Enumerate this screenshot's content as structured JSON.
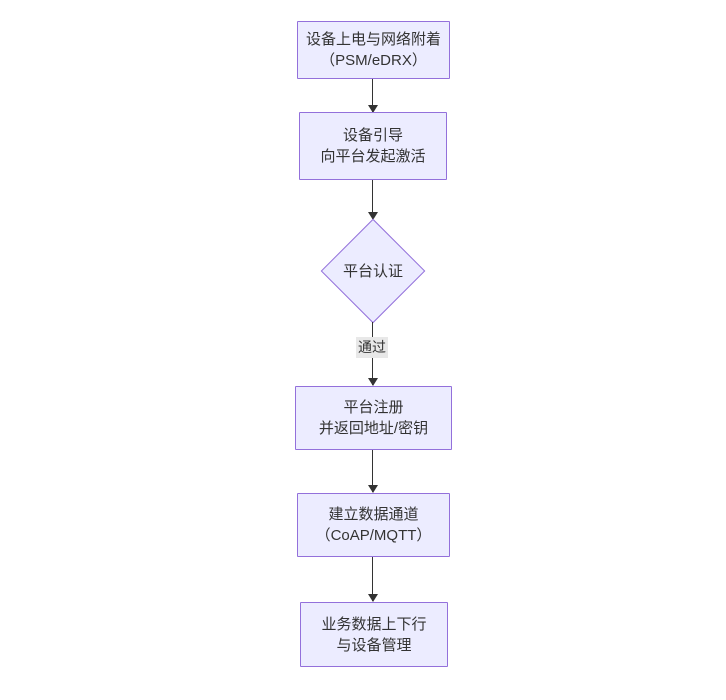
{
  "diagram": {
    "type": "flowchart",
    "direction": "top-down",
    "colors": {
      "background": "#ffffff",
      "node_fill": "#ECECFF",
      "node_border": "#9370DB",
      "text": "#333333",
      "edge": "#333333",
      "edge_label_bg": "#e8e8e8"
    },
    "nodes": [
      {
        "id": "power-attach",
        "shape": "rect",
        "line1": "设备上电与网络附着",
        "line2": "（PSM/eDRX）"
      },
      {
        "id": "bootstrap",
        "shape": "rect",
        "line1": "设备引导",
        "line2": "向平台发起激活"
      },
      {
        "id": "auth",
        "shape": "diamond",
        "line1": "平台认证"
      },
      {
        "id": "register",
        "shape": "rect",
        "line1": "平台注册",
        "line2": "并返回地址/密钥"
      },
      {
        "id": "channel",
        "shape": "rect",
        "line1": "建立数据通道",
        "line2": "（CoAP/MQTT）"
      },
      {
        "id": "business",
        "shape": "rect",
        "line1": "业务数据上下行",
        "line2": "与设备管理"
      }
    ],
    "edges": [
      {
        "from": "power-attach",
        "to": "bootstrap",
        "label": ""
      },
      {
        "from": "bootstrap",
        "to": "auth",
        "label": ""
      },
      {
        "from": "auth",
        "to": "register",
        "label": "通过"
      },
      {
        "from": "register",
        "to": "channel",
        "label": ""
      },
      {
        "from": "channel",
        "to": "business",
        "label": ""
      }
    ]
  }
}
